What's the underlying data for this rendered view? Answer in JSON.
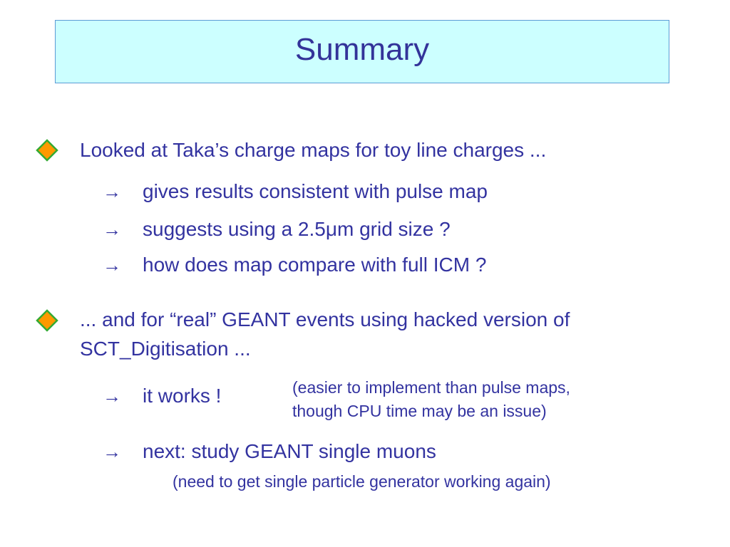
{
  "slide": {
    "title": "Summary",
    "bullet1": {
      "text": "Looked at Taka’s charge maps for toy line charges ...",
      "sub": [
        "gives results consistent with pulse map",
        "suggests using a 2.5μm grid size ?",
        "how does map compare with full ICM ?"
      ]
    },
    "bullet2": {
      "line1": "... and for “real” GEANT events using hacked version of",
      "line2": "SCT_Digitisation ...",
      "sub1": "it works !",
      "note1_line1": "(easier to implement than pulse maps,",
      "note1_line2": "though CPU time may be an issue)",
      "sub2": "next:  study GEANT single muons",
      "note2": "(need to get single particle generator working again)"
    },
    "arrow_glyph": "→",
    "colors": {
      "title_bg": "#ccffff",
      "title_border": "#5b9bd5",
      "text": "#3333a0",
      "bullet_fill": "#ff9900",
      "bullet_border": "#33aa33"
    },
    "icons": {
      "bullet": "diamond-bullet-icon",
      "arrow": "right-arrow-icon"
    }
  }
}
